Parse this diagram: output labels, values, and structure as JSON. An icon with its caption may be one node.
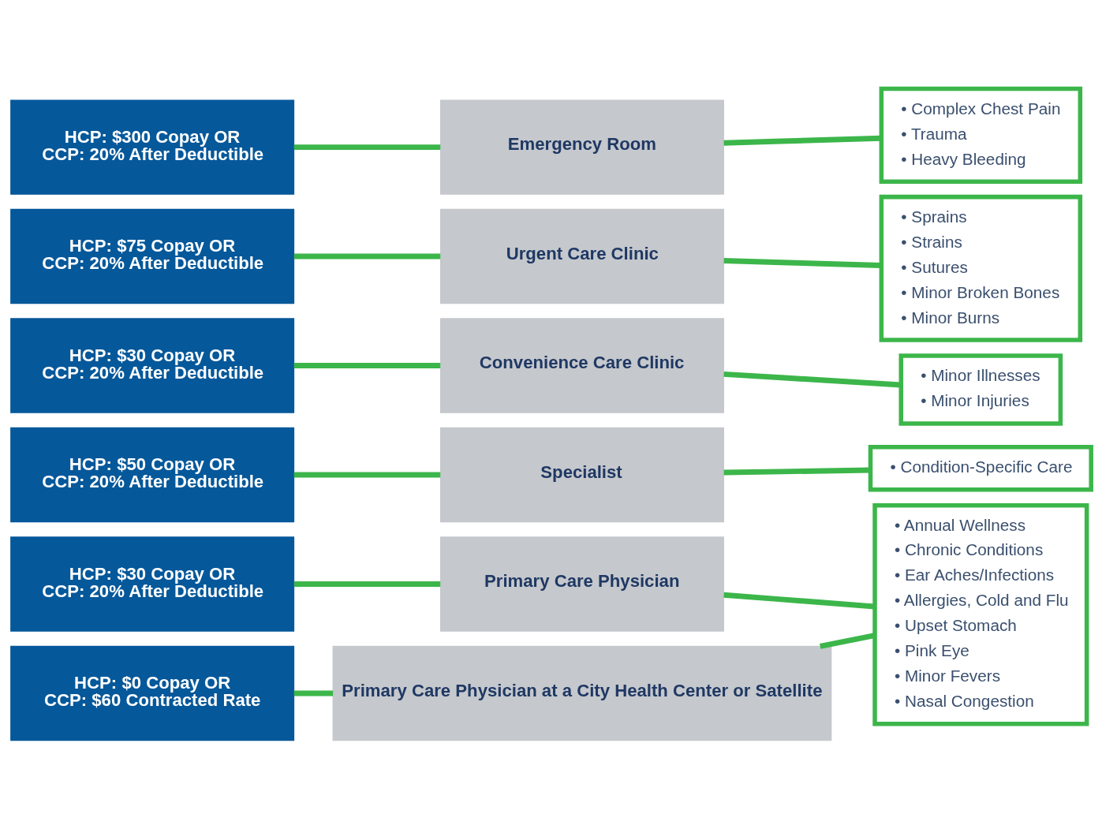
{
  "diagram": {
    "nodes": [
      {
        "text": [
          "HCP: $300 Copay OR",
          "CCP: 20% After Deductible"
        ]
      },
      {
        "text": [
          "HCP: $75 Copay OR",
          "CCP: 20% After Deductible"
        ]
      },
      {
        "text": [
          "HCP: $30 Copay OR",
          "CCP: 20% After Deductible"
        ]
      },
      {
        "text": [
          "HCP: $50 Copay OR",
          "CCP: 20% After Deductible"
        ]
      },
      {
        "text": [
          "HCP: $30 Copay OR",
          "CCP: 20% After Deductible"
        ]
      },
      {
        "text": [
          "HCP: $0 Copay OR",
          "CCP: $60 Contracted Rate"
        ]
      },
      {
        "text": [
          "Emergency Room"
        ]
      },
      {
        "text": [
          "Urgent Care Clinic"
        ]
      },
      {
        "text": [
          "Convenience Care Clinic"
        ]
      },
      {
        "text": [
          "Specialist"
        ]
      },
      {
        "text": [
          "Primary Care Physician"
        ]
      },
      {
        "text": [
          "Primary Care Physician at a City Health Center or Satellite"
        ]
      },
      {
        "text": [
          "• Complex Chest Pain",
          "• Trauma",
          "• Heavy Bleeding"
        ]
      },
      {
        "text": [
          "• Sprains",
          "• Strains",
          "• Sutures",
          "• Minor Broken Bones",
          "• Minor Burns"
        ]
      },
      {
        "text": [
          "• Minor Illnesses",
          "• Minor Injuries"
        ]
      },
      {
        "text": [
          "• Condition-Specific Care"
        ]
      },
      {
        "text": [
          "• Annual Wellness",
          "• Chronic Conditions",
          "• Ear Aches/Infections",
          "• Allergies, Cold and Flu",
          "• Upset Stomach",
          "• Pink Eye",
          "• Minor Fevers",
          "• Nasal Congestion"
        ]
      }
    ],
    "edges": [
      {
        "from": 0,
        "to": 6,
        "arrow": "none"
      },
      {
        "from": 6,
        "to": 12,
        "arrow": "none"
      },
      {
        "from": 1,
        "to": 7,
        "arrow": "none"
      },
      {
        "from": 7,
        "to": 13,
        "arrow": "none"
      },
      {
        "from": 2,
        "to": 8,
        "arrow": "none"
      },
      {
        "from": 8,
        "to": 14,
        "arrow": "none"
      },
      {
        "from": 3,
        "to": 9,
        "arrow": "none"
      },
      {
        "from": 9,
        "to": 15,
        "arrow": "none"
      },
      {
        "from": 4,
        "to": 10,
        "arrow": "none"
      },
      {
        "from": 10,
        "to": 16,
        "arrow": "none"
      },
      {
        "from": 5,
        "to": 11,
        "arrow": "none"
      },
      {
        "from": 11,
        "to": 16,
        "arrow": "none"
      }
    ]
  }
}
